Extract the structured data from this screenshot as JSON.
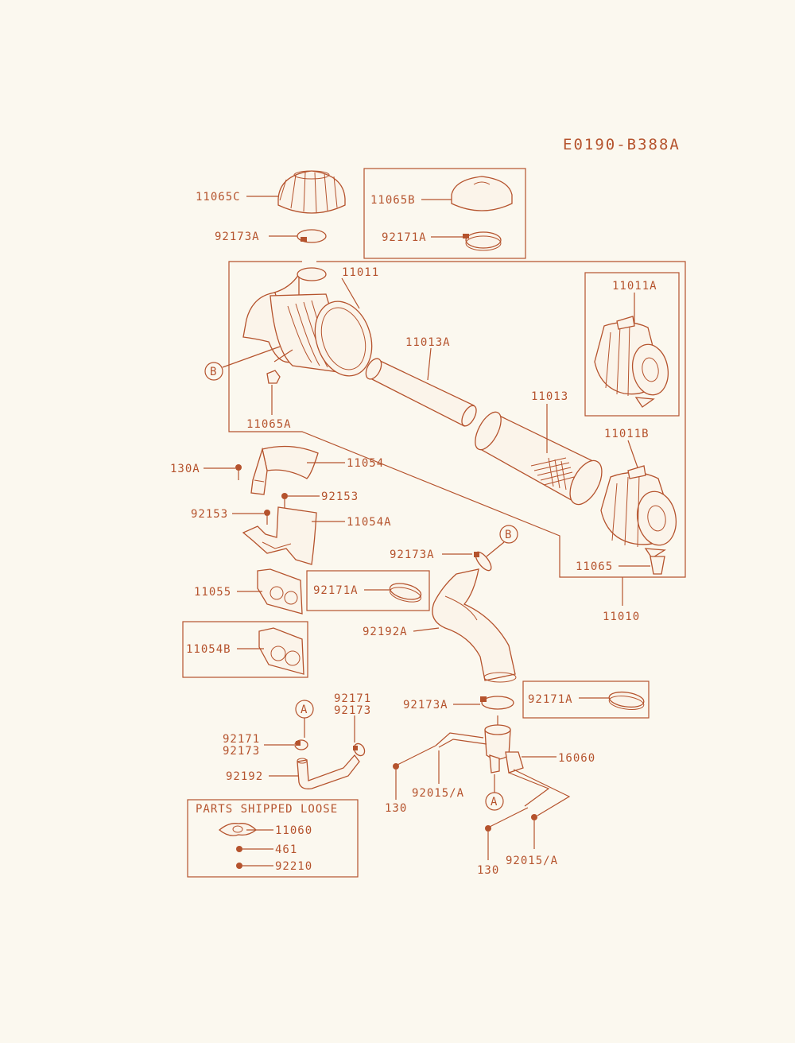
{
  "diagram_code": "E0190-B388A",
  "callouts": {
    "c11065C": "11065C",
    "c11065B": "11065B",
    "c92173A_top": "92173A",
    "c92171A_top": "92171A",
    "c11011": "11011",
    "c11011A": "11011A",
    "c11013A": "11013A",
    "c11013": "11013",
    "c11011B": "11011B",
    "c11065A": "11065A",
    "c11054": "11054",
    "c130A": "130A",
    "c92153_right": "92153",
    "c92153_left": "92153",
    "c11054A": "11054A",
    "c92173A_mid": "92173A",
    "c11065": "11065",
    "c11010": "11010",
    "c11055": "11055",
    "c92171A_mid": "92171A",
    "c92192A": "92192A",
    "c11054B": "11054B",
    "c92171_right": "92171",
    "c92173_right": "92173",
    "c92171_left": "92171",
    "c92173_left": "92173",
    "c92192": "92192",
    "c92173A_low": "92173A",
    "c92171A_low": "92171A",
    "c16060": "16060",
    "c130_left": "130",
    "c92015A_left": "92015/A",
    "c130_bottom": "130",
    "c92015A_bottom": "92015/A",
    "c11060": "11060",
    "c461": "461",
    "c92210": "92210"
  },
  "markers": {
    "b_left": "B",
    "b_right": "B",
    "a_left": "A",
    "a_bottom": "A"
  },
  "loose_box_title": "PARTS SHIPPED LOOSE",
  "colors": {
    "ink": "#b5532d",
    "paper": "#fbf8ef"
  }
}
